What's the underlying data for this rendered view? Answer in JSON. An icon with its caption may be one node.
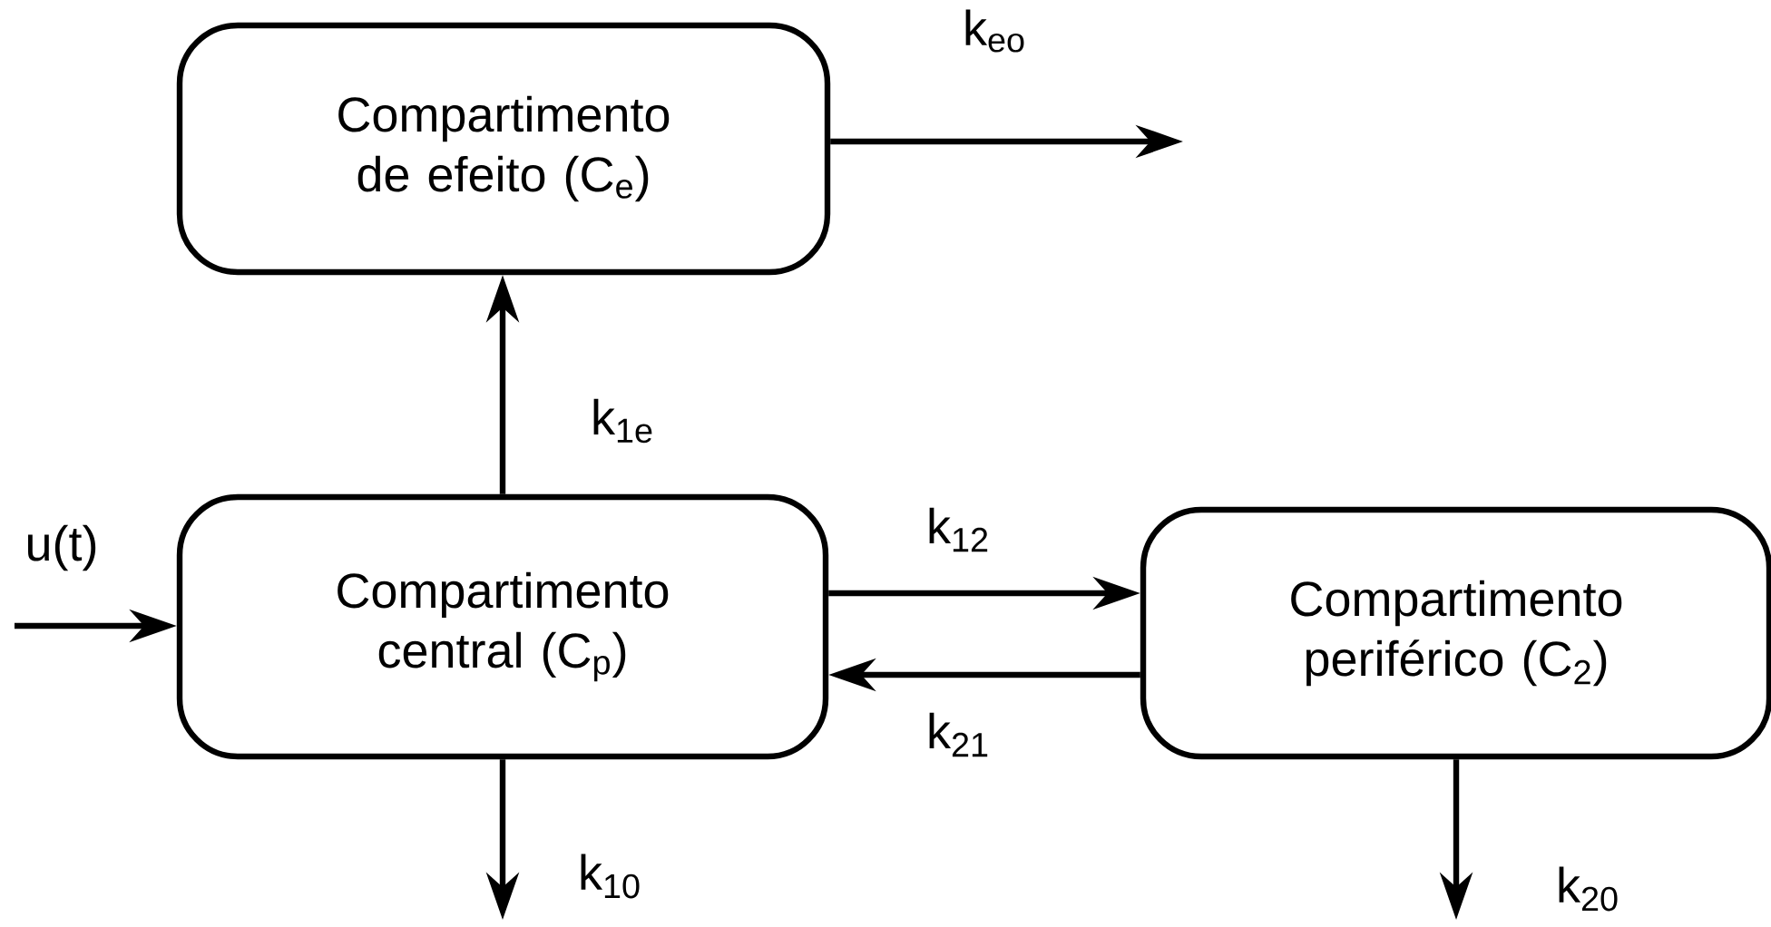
{
  "diagram": {
    "nodes": [
      {
        "text": [
          "Compartimento de efeito (C$_{e}$)"
        ]
      },
      {
        "text": [
          "Compartimento central (C$_{p}$)"
        ]
      },
      {
        "text": [
          "Compartimento periférico (C$_{2}$)"
        ]
      }
    ],
    "edges": [
      {
        "from": 0,
        "to": null,
        "arrow": "to",
        "label": "k$_{eo}$"
      },
      {
        "from": 1,
        "to": 0,
        "arrow": "to",
        "label": "k$_{1e}$"
      },
      {
        "from": null,
        "to": 1,
        "arrow": "to",
        "label": "u(t)"
      },
      {
        "from": 1,
        "to": 2,
        "arrow": "to",
        "label": "k$_{12}$"
      },
      {
        "from": 2,
        "to": 1,
        "arrow": "to",
        "label": "k$_{21}$"
      },
      {
        "from": 1,
        "to": null,
        "arrow": "to",
        "label": "k$_{10}$"
      },
      {
        "from": 2,
        "to": null,
        "arrow": "to",
        "label": "k$_{20}$"
      }
    ]
  }
}
